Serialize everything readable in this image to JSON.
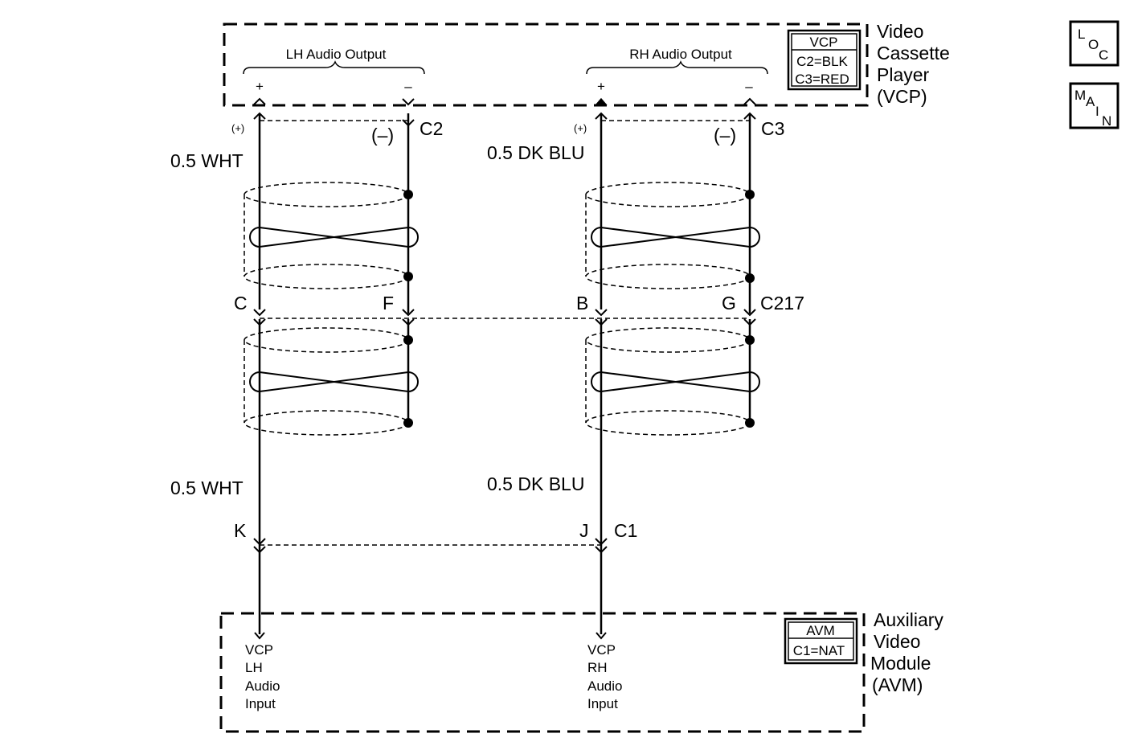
{
  "nav": {
    "loc": [
      "L",
      "O",
      "C"
    ],
    "main": [
      "M",
      "A",
      "I",
      "N"
    ]
  },
  "vcp": {
    "name_lines": [
      "Video",
      "Cassette",
      "Player",
      "(VCP)"
    ],
    "legend_title": "VCP",
    "legend_rows": [
      "C2=BLK",
      "C3=RED"
    ],
    "lh_output_label": "LH Audio Output",
    "rh_output_label": "RH Audio Output",
    "plus": "+",
    "minus": "–"
  },
  "avm": {
    "name_lines": [
      "Auxiliary",
      "Video",
      "Module",
      "(AVM)"
    ],
    "legend_title": "AVM",
    "legend_rows": [
      "C1=NAT"
    ],
    "lh_input_lines": [
      "VCP",
      "LH",
      "Audio",
      "Input"
    ],
    "rh_input_lines": [
      "VCP",
      "RH",
      "Audio",
      "Input"
    ]
  },
  "wiring": {
    "polarity_plus": "(+)",
    "polarity_minus": "(–)",
    "connector_c2": "C2",
    "connector_c3": "C3",
    "connector_c217": "C217",
    "connector_c1": "C1",
    "wire_lh_upper": "0.5 WHT",
    "wire_rh_upper": "0.5 DK BLU",
    "wire_lh_lower": "0.5 WHT",
    "wire_rh_lower": "0.5 DK BLU",
    "pin_c": "C",
    "pin_f": "F",
    "pin_b": "B",
    "pin_g": "G",
    "pin_k": "K",
    "pin_j": "J"
  }
}
